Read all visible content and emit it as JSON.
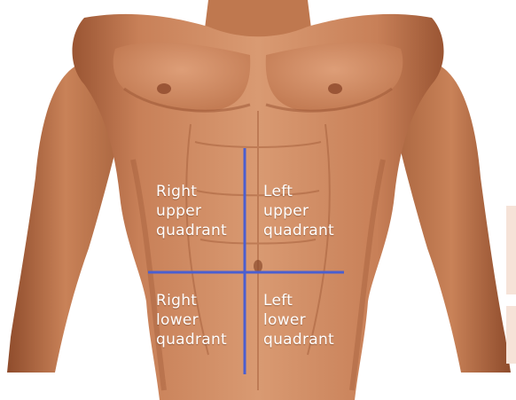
{
  "quadrants": {
    "right_upper": [
      "Right",
      "upper",
      "quadrant"
    ],
    "left_upper": [
      "Left",
      "upper",
      "quadrant"
    ],
    "right_lower": [
      "Right",
      "lower",
      "quadrant"
    ],
    "left_lower": [
      "Left",
      "lower",
      "quadrant"
    ]
  },
  "colors": {
    "divider_line": "#4a5fd0",
    "skin_light": "#d9946a",
    "skin_mid": "#c17a52",
    "skin_dark": "#8e4f2f",
    "label_text": "#ffffff"
  }
}
